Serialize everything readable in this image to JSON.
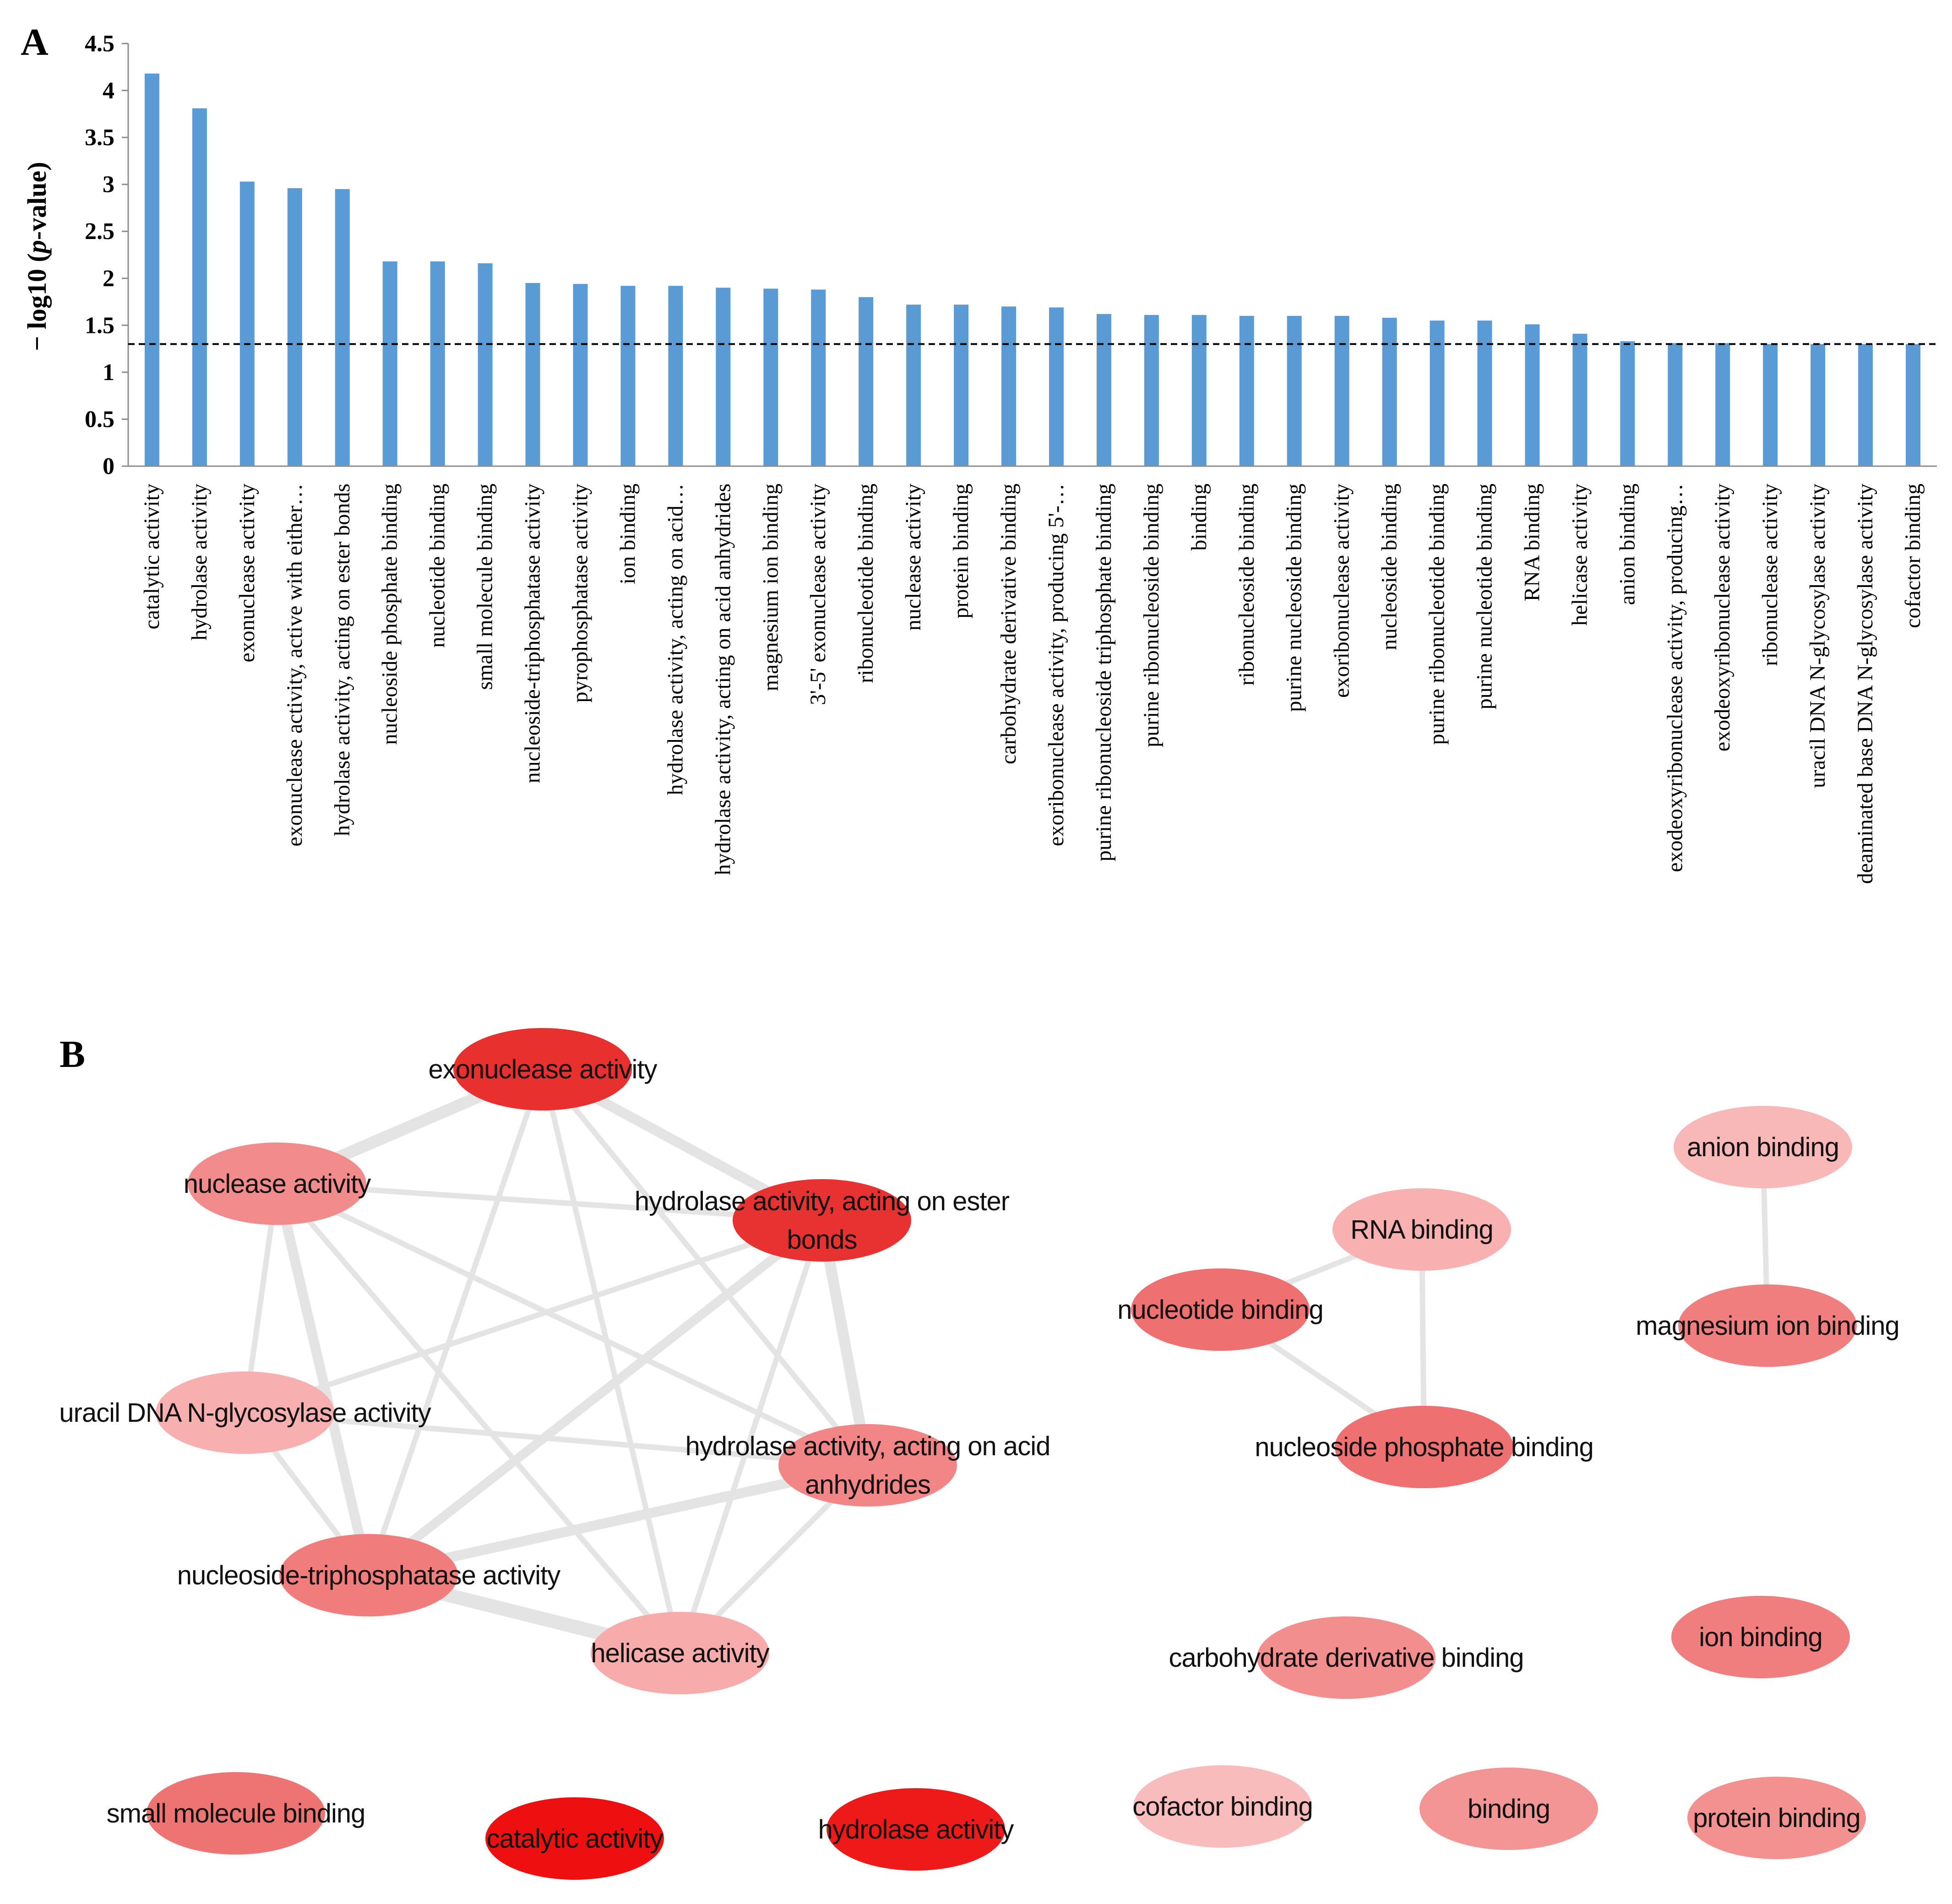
{
  "panel_a_label": "A",
  "panel_b_label": "B",
  "chart_data": {
    "type": "bar",
    "title": "",
    "xlabel": "",
    "ylabel": "− log10 (p-value)",
    "ylim": [
      0,
      4.5
    ],
    "yticks": [
      "0",
      "0.5",
      "1",
      "1.5",
      "2",
      "2.5",
      "3",
      "3.5",
      "4",
      "4.5"
    ],
    "threshold": 1.3,
    "bar_color": "#5B9BD5",
    "grid": false,
    "categories": [
      "catalytic activity",
      "hydrolase activity",
      "exonuclease activity",
      "exonuclease activity, active with either…",
      "hydrolase activity, acting on ester bonds",
      "nucleoside phosphate binding",
      "nucleotide binding",
      "small molecule binding",
      "nucleoside-triphosphatase activity",
      "pyrophosphatase activity",
      "ion binding",
      "hydrolase activity, acting on acid…",
      "hydrolase activity, acting on acid anhydrides",
      "magnesium ion binding",
      "3'-5' exonuclease activity",
      "ribonucleotide binding",
      "nuclease activity",
      "protein binding",
      "carbohydrate derivative binding",
      "exoribonuclease activity, producing 5'-…",
      "purine ribonucleoside triphosphate binding",
      "purine ribonucleoside binding",
      "binding",
      "ribonucleoside binding",
      "purine nucleoside binding",
      "exoribonuclease activity",
      "nucleoside binding",
      "purine ribonucleotide binding",
      "purine nucleotide binding",
      "RNA binding",
      "helicase activity",
      "anion binding",
      "exodeoxyribonuclease activity, producing…",
      "exodeoxyribonuclease activity",
      "ribonuclease activity",
      "uracil DNA N-glycosylase activity",
      "deaminated base DNA N-glycosylase activity",
      "cofactor binding"
    ],
    "values": [
      4.18,
      3.81,
      3.03,
      2.96,
      2.95,
      2.18,
      2.18,
      2.16,
      1.95,
      1.94,
      1.92,
      1.92,
      1.9,
      1.89,
      1.88,
      1.8,
      1.72,
      1.72,
      1.7,
      1.69,
      1.62,
      1.61,
      1.61,
      1.6,
      1.6,
      1.6,
      1.58,
      1.55,
      1.55,
      1.51,
      1.41,
      1.33,
      1.31,
      1.31,
      1.3,
      1.3,
      1.3,
      1.3
    ]
  },
  "network": {
    "nodes": [
      {
        "id": "exonuclease",
        "lines": [
          "exonuclease activity"
        ],
        "color": "#E8302E"
      },
      {
        "id": "nuclease",
        "lines": [
          "nuclease activity"
        ],
        "color": "#F28C8C"
      },
      {
        "id": "hydrolase_ester",
        "lines": [
          "hydrolase activity, acting on ester",
          "bonds"
        ],
        "color": "#E83232"
      },
      {
        "id": "uracil",
        "lines": [
          "uracil DNA N-glycosylase activity"
        ],
        "color": "#F7AFAF"
      },
      {
        "id": "hydrolase_acid",
        "lines": [
          "hydrolase activity, acting on acid",
          "anhydrides"
        ],
        "color": "#F28585"
      },
      {
        "id": "ntpase",
        "lines": [
          "nucleoside-triphosphatase activity"
        ],
        "color": "#F07C7C"
      },
      {
        "id": "helicase",
        "lines": [
          "helicase activity"
        ],
        "color": "#F7ABAB"
      },
      {
        "id": "rna",
        "lines": [
          "RNA binding"
        ],
        "color": "#F8B0B0"
      },
      {
        "id": "nucleotide",
        "lines": [
          "nucleotide binding"
        ],
        "color": "#EE7070"
      },
      {
        "id": "nucleoside_phosphate",
        "lines": [
          "nucleoside phosphate binding"
        ],
        "color": "#EE7070"
      },
      {
        "id": "anion",
        "lines": [
          "anion binding"
        ],
        "color": "#F9B8B8"
      },
      {
        "id": "magnesium",
        "lines": [
          "magnesium ion binding"
        ],
        "color": "#F07E7E"
      },
      {
        "id": "carbohydrate",
        "lines": [
          "carbohydrate derivative binding"
        ],
        "color": "#F28E8E"
      },
      {
        "id": "ion",
        "lines": [
          "ion binding"
        ],
        "color": "#F07E7E"
      },
      {
        "id": "small_molecule",
        "lines": [
          "small molecule binding"
        ],
        "color": "#EE7474"
      },
      {
        "id": "catalytic",
        "lines": [
          "catalytic activity"
        ],
        "color": "#EE1010"
      },
      {
        "id": "hydrolase",
        "lines": [
          "hydrolase activity"
        ],
        "color": "#EE1A1A"
      },
      {
        "id": "cofactor",
        "lines": [
          "cofactor binding"
        ],
        "color": "#F9BCBC"
      },
      {
        "id": "binding",
        "lines": [
          "binding"
        ],
        "color": "#F49595"
      },
      {
        "id": "protein",
        "lines": [
          "protein binding"
        ],
        "color": "#F39090"
      }
    ],
    "edges": [
      [
        "exonuclease",
        "nuclease"
      ],
      [
        "exonuclease",
        "hydrolase_ester"
      ],
      [
        "exonuclease",
        "hydrolase_acid"
      ],
      [
        "exonuclease",
        "ntpase"
      ],
      [
        "exonuclease",
        "helicase"
      ],
      [
        "nuclease",
        "hydrolase_ester"
      ],
      [
        "nuclease",
        "uracil"
      ],
      [
        "nuclease",
        "hydrolase_acid"
      ],
      [
        "nuclease",
        "ntpase"
      ],
      [
        "nuclease",
        "helicase"
      ],
      [
        "hydrolase_ester",
        "uracil"
      ],
      [
        "hydrolase_ester",
        "hydrolase_acid"
      ],
      [
        "hydrolase_ester",
        "ntpase"
      ],
      [
        "hydrolase_ester",
        "helicase"
      ],
      [
        "uracil",
        "hydrolase_acid"
      ],
      [
        "uracil",
        "ntpase"
      ],
      [
        "hydrolase_acid",
        "ntpase"
      ],
      [
        "hydrolase_acid",
        "helicase"
      ],
      [
        "ntpase",
        "helicase"
      ],
      [
        "rna",
        "nucleotide"
      ],
      [
        "rna",
        "nucleoside_phosphate"
      ],
      [
        "nucleotide",
        "nucleoside_phosphate"
      ],
      [
        "anion",
        "magnesium"
      ]
    ],
    "edge_color": "#E4E4E4"
  }
}
